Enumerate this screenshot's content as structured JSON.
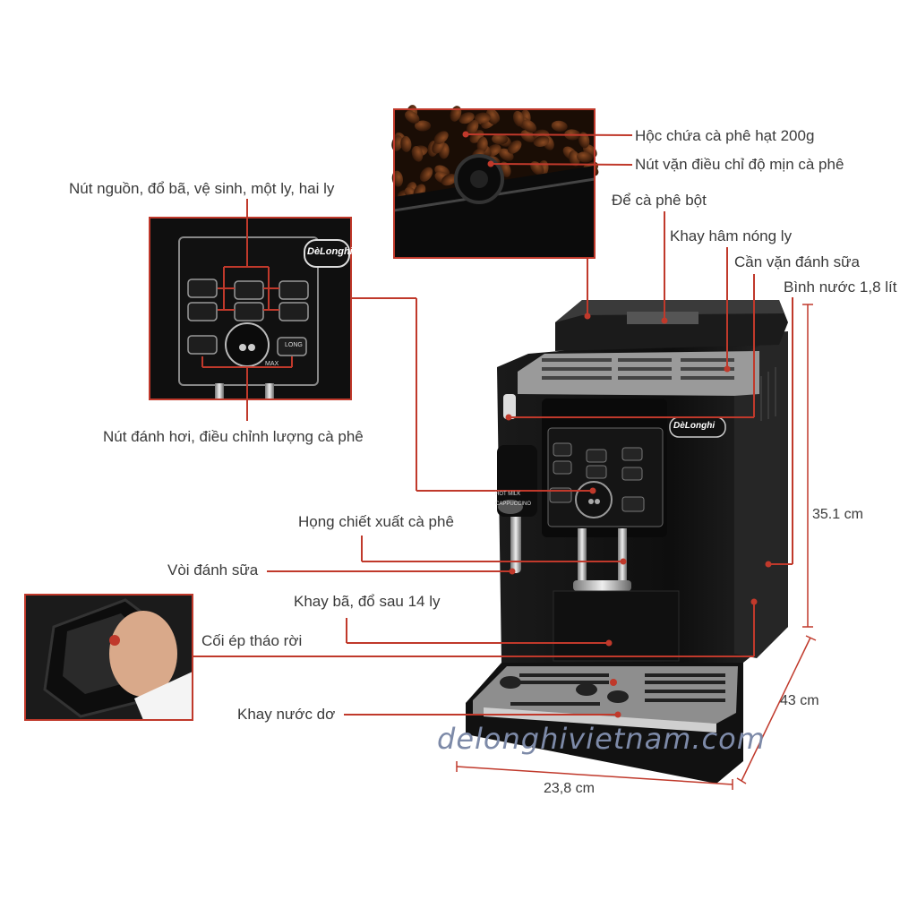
{
  "labels": {
    "bean_hopper": "Hộc chứa cà phê hạt  200g",
    "grind_knob": "Nút vặn điều chỉ độ mịn cà phê",
    "ground_coffee": "Để cà phê bột",
    "cup_warmer": "Khay hâm nóng ly",
    "steam_knob": "Cần vặn đánh sữa",
    "water_tank": "Bình nước 1,8 lít",
    "buttons": "Nút nguồn, đổ bã, vệ sinh, một ly, hai ly",
    "steam_dial": "Nút đánh hơi, điều chỉnh lượng cà phê",
    "spout": "Họng chiết xuất cà phê",
    "milk_wand": "Vòi đánh sữa",
    "grounds_tray": "Khay bã, đổ sau 14 ly",
    "brew_unit": "Cối ép tháo rời",
    "drip_tray": "Khay nước dơ"
  },
  "dimensions": {
    "height": "35.1 cm",
    "depth": "43 cm",
    "width": "23,8 cm"
  },
  "brand": {
    "logo": "DèLonghi",
    "watermark": "delonghivietnam.com"
  },
  "panel": {
    "milk_text": "HOT MILK",
    "cappuccino_text": "CAPPUCCINO",
    "long_label": "LONG",
    "max_label": "MAX"
  },
  "colors": {
    "leader_line": "#c0392b",
    "machine_body": "#141414"
  }
}
